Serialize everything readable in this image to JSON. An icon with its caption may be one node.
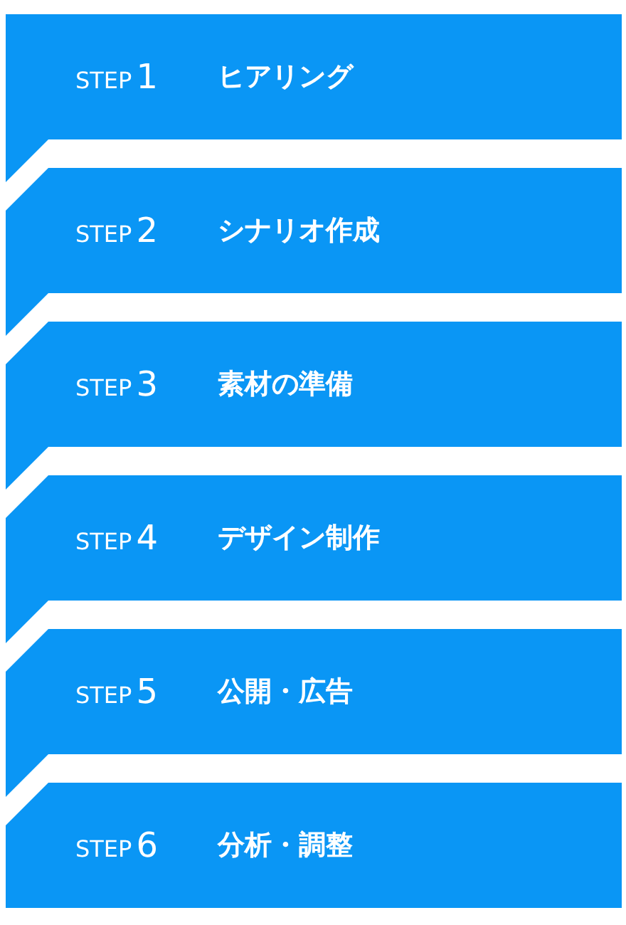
{
  "diagram": {
    "nodes": [
      {
        "text": [
          "STEP",
          "1",
          "ヒアリング"
        ]
      },
      {
        "text": [
          "STEP",
          "2",
          "シナリオ作成"
        ]
      },
      {
        "text": [
          "STEP",
          "3",
          "素材の準備"
        ]
      },
      {
        "text": [
          "STEP",
          "4",
          "デザイン制作"
        ]
      },
      {
        "text": [
          "STEP",
          "5",
          "公開・広告"
        ]
      },
      {
        "text": [
          "STEP",
          "6",
          "分析・調整"
        ]
      }
    ]
  }
}
